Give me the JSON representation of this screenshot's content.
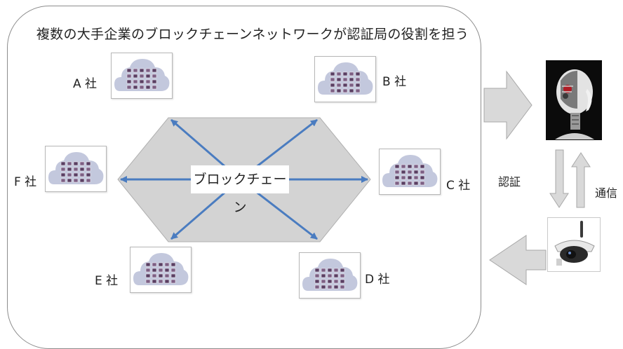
{
  "title": "複数の大手企業のブロックチェーンネットワークが認証局の役割を担う",
  "center_label": "ブロックチェーン",
  "companies": [
    {
      "id": "a",
      "label": "A 社"
    },
    {
      "id": "b",
      "label": "B 社"
    },
    {
      "id": "c",
      "label": "C 社"
    },
    {
      "id": "d",
      "label": "D 社"
    },
    {
      "id": "e",
      "label": "E 社"
    },
    {
      "id": "f",
      "label": "F 社"
    }
  ],
  "right": {
    "auth_label": "認証",
    "comm_label": "通信",
    "top_image": "humanoid-robot-head",
    "bottom_image": "dome-security-camera"
  },
  "colors": {
    "hexagon_fill": "#d3d3d3",
    "arrow_blue": "#4a7cc0",
    "cloud_fill": "#c3c8dd",
    "grid_purple": "#5a3f63",
    "grid_light": "#efe9f0",
    "big_arrow": "#d9d9d9"
  }
}
